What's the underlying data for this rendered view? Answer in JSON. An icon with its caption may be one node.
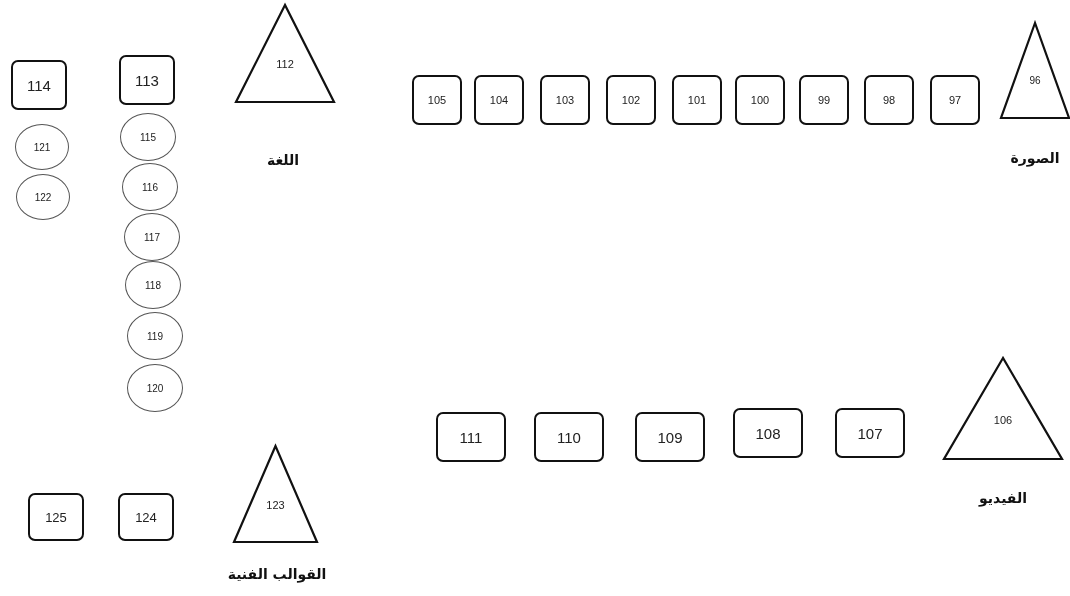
{
  "diagram": {
    "nodes": [
      {
        "text": [
          "96"
        ],
        "beside": [
          "الصورة"
        ]
      },
      {
        "text": [
          "97"
        ]
      },
      {
        "text": [
          "98"
        ]
      },
      {
        "text": [
          "99"
        ]
      },
      {
        "text": [
          "100"
        ]
      },
      {
        "text": [
          "101"
        ]
      },
      {
        "text": [
          "102"
        ]
      },
      {
        "text": [
          "103"
        ]
      },
      {
        "text": [
          "104"
        ]
      },
      {
        "text": [
          "105"
        ]
      },
      {
        "text": [
          "106"
        ],
        "beside": [
          "الفيديو"
        ]
      },
      {
        "text": [
          "107"
        ]
      },
      {
        "text": [
          "108"
        ]
      },
      {
        "text": [
          "109"
        ]
      },
      {
        "text": [
          "110"
        ]
      },
      {
        "text": [
          "111"
        ]
      },
      {
        "text": [
          "112"
        ],
        "beside": [
          "اللغة"
        ]
      },
      {
        "text": [
          "113"
        ]
      },
      {
        "text": [
          "114"
        ]
      },
      {
        "text": [
          "115"
        ]
      },
      {
        "text": [
          "116"
        ]
      },
      {
        "text": [
          "117"
        ]
      },
      {
        "text": [
          "118"
        ]
      },
      {
        "text": [
          "119"
        ]
      },
      {
        "text": [
          "120"
        ]
      },
      {
        "text": [
          "121"
        ]
      },
      {
        "text": [
          "122"
        ]
      },
      {
        "text": [
          "123"
        ],
        "beside": [
          "القوالب الفنية"
        ]
      },
      {
        "text": [
          "124"
        ]
      },
      {
        "text": [
          "125"
        ]
      }
    ]
  }
}
